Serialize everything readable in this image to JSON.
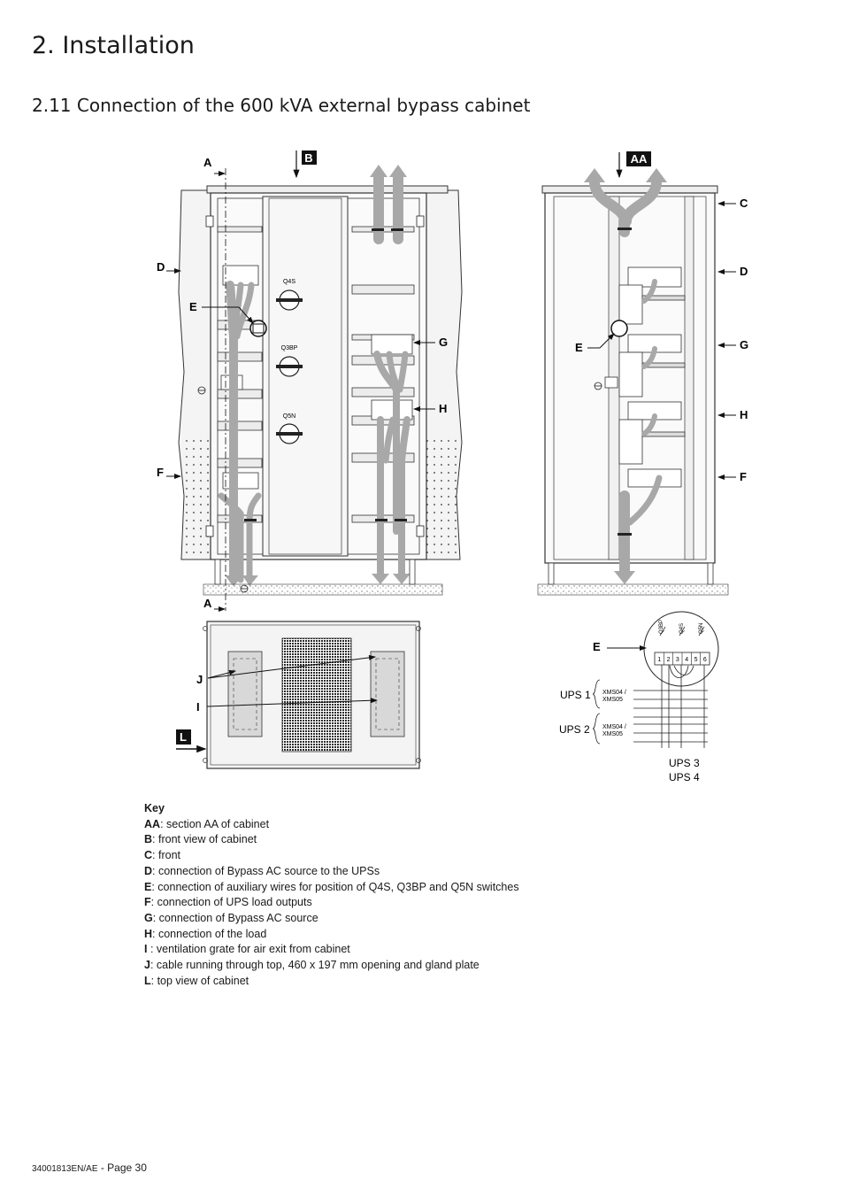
{
  "header": {
    "section_title": "2. Installation",
    "subsection_title": "2.11 Connection of the 600 kVA external bypass cabinet"
  },
  "figure": {
    "callouts": {
      "A_top": "A",
      "A_bottom": "A",
      "B": "B",
      "AA": "AA",
      "C": "C",
      "D_left": "D",
      "D_right": "D",
      "E_front": "E",
      "E_section": "E",
      "E_wiring": "E",
      "F_left": "F",
      "F_right": "F",
      "G_front": "G",
      "G_right": "G",
      "H_front": "H",
      "H_right": "H",
      "I": "I",
      "J": "J",
      "L": "L"
    },
    "switch_labels": {
      "q4s": "Q4S",
      "q3bp": "Q3BP",
      "q5n": "Q5N"
    },
    "terminal_labels": {
      "q3bp": "Q3BP",
      "q4s": "Q4S",
      "q5n": "Q5N"
    },
    "terminals": [
      "1",
      "2",
      "3",
      "4",
      "5",
      "6"
    ],
    "ups_labels": {
      "ups1": "UPS 1",
      "ups2": "UPS 2",
      "ups3": "UPS 3",
      "ups4": "UPS 4"
    },
    "xms_line1": "XMS04 /",
    "xms_line2": "XMS05",
    "colors": {
      "cable": "#a8a8a8",
      "panel": "#f2f2f2",
      "line": "#333333",
      "grate": "#2a2a2a"
    }
  },
  "key": {
    "title": "Key",
    "items": [
      {
        "label": "AA",
        "text": ": section AA of cabinet"
      },
      {
        "label": "B",
        "text": ": front view of cabinet"
      },
      {
        "label": "C",
        "text": ": front"
      },
      {
        "label": "D",
        "text": ": connection of Bypass AC source to the UPSs"
      },
      {
        "label": "E",
        "text": ": connection of auxiliary wires for position of Q4S, Q3BP and Q5N switches"
      },
      {
        "label": "F",
        "text": ": connection of UPS load outputs"
      },
      {
        "label": "G",
        "text": ": connection of Bypass AC source"
      },
      {
        "label": "H",
        "text": ": connection of the load"
      },
      {
        "label": "I",
        "text": " : ventilation grate for air exit from cabinet"
      },
      {
        "label": "J",
        "text": ": cable running through top, 460 x 197 mm opening and gland plate"
      },
      {
        "label": "L",
        "text": ": top view of cabinet"
      }
    ]
  },
  "footer": {
    "doc_number": "34001813EN/AE",
    "page": " - Page 30"
  }
}
